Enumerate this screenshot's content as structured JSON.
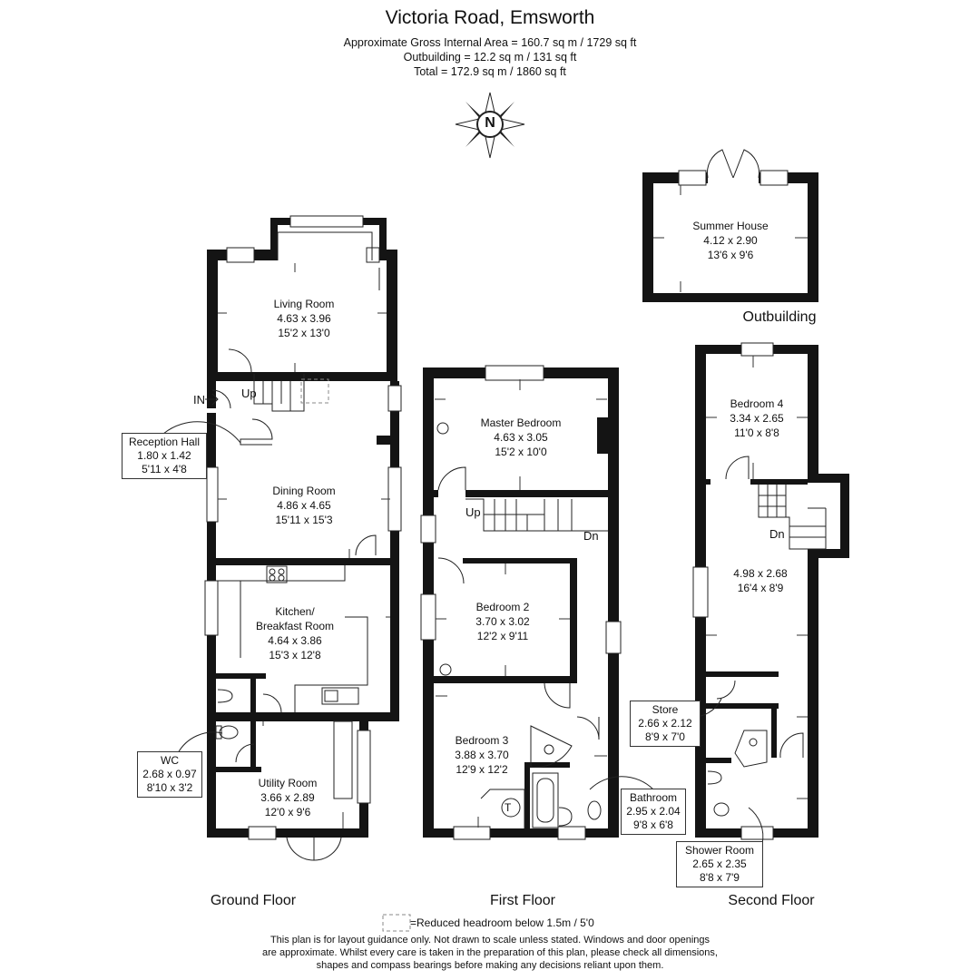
{
  "header": {
    "title": "Victoria Road, Emsworth",
    "area_lines": [
      "Approximate Gross Internal Area = 160.7 sq m / 1729 sq ft",
      "Outbuilding = 12.2 sq m / 131 sq ft",
      "Total = 172.9 sq m / 1860 sq ft"
    ]
  },
  "compass": {
    "icon": "compass-north-icon",
    "letter": "N"
  },
  "rooms": {
    "living_room": {
      "name": "Living Room",
      "metric": "4.63 x 3.96",
      "imperial": "15'2 x 13'0"
    },
    "dining_room": {
      "name": "Dining Room",
      "metric": "4.86 x 4.65",
      "imperial": "15'11 x 15'3"
    },
    "kitchen": {
      "name_line1": "Kitchen/",
      "name_line2": "Breakfast Room",
      "metric": "4.64 x 3.86",
      "imperial": "15'3 x 12'8"
    },
    "utility_room": {
      "name": "Utility Room",
      "metric": "3.66 x 2.89",
      "imperial": "12'0 x 9'6"
    },
    "reception_hall": {
      "name": "Reception Hall",
      "metric": "1.80 x 1.42",
      "imperial": "5'11 x 4'8"
    },
    "wc": {
      "name": "WC",
      "metric": "2.68 x 0.97",
      "imperial": "8'10 x 3'2"
    },
    "master_bedroom": {
      "name": "Master Bedroom",
      "metric": "4.63 x 3.05",
      "imperial": "15'2 x 10'0"
    },
    "bedroom_2": {
      "name": "Bedroom 2",
      "metric": "3.70 x 3.02",
      "imperial": "12'2 x 9'11"
    },
    "bedroom_3": {
      "name": "Bedroom 3",
      "metric": "3.88 x 3.70",
      "imperial": "12'9 x 12'2"
    },
    "bathroom": {
      "name": "Bathroom",
      "metric": "2.95 x 2.04",
      "imperial": "9'8 x 6'8"
    },
    "bedroom_4": {
      "name": "Bedroom 4",
      "metric": "3.34 x 2.65",
      "imperial": "11'0 x 8'8"
    },
    "second_floor_room": {
      "metric": "4.98 x 2.68",
      "imperial": "16'4 x 8'9"
    },
    "store": {
      "name": "Store",
      "metric": "2.66 x 2.12",
      "imperial": "8'9 x 7'0"
    },
    "shower_room": {
      "name": "Shower Room",
      "metric": "2.65 x 2.35",
      "imperial": "8'8 x 7'9"
    },
    "summer_house": {
      "name": "Summer House",
      "metric": "4.12 x 2.90",
      "imperial": "13'6 x 9'6"
    }
  },
  "markers": {
    "in": "IN",
    "up_ground": "Up",
    "up_first": "Up",
    "dn_first": "Dn",
    "dn_second": "Dn",
    "toilet_tank": "T"
  },
  "floor_labels": {
    "ground": "Ground Floor",
    "first": "First Floor",
    "second": "Second Floor",
    "outbuilding": "Outbuilding"
  },
  "legend": {
    "text": "=Reduced headroom below 1.5m / 5'0"
  },
  "disclaimer": [
    "This plan is for layout guidance only. Not drawn to scale unless stated. Windows and door openings",
    "are approximate. Whilst every care is taken in the preparation of this plan, please check all dimensions,",
    "shapes and compass bearings before making any decisions reliant upon them."
  ],
  "colors": {
    "wall": "#141414",
    "line": "#222222",
    "background": "#ffffff"
  }
}
